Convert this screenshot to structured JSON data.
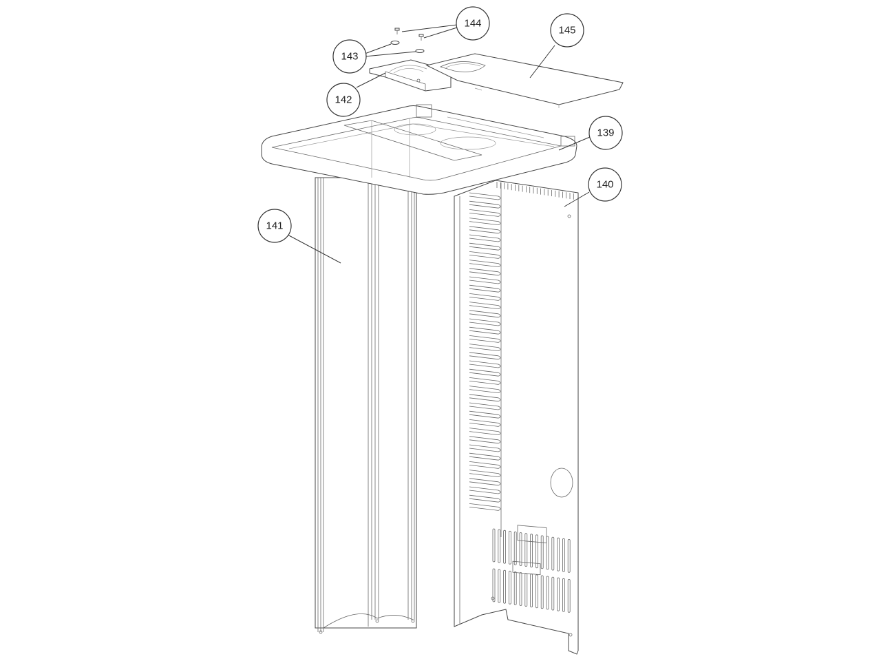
{
  "callouts": [
    {
      "id": "144",
      "label": "144"
    },
    {
      "id": "145",
      "label": "145"
    },
    {
      "id": "143",
      "label": "143"
    },
    {
      "id": "142",
      "label": "142"
    },
    {
      "id": "139",
      "label": "139"
    },
    {
      "id": "140",
      "label": "140"
    },
    {
      "id": "141",
      "label": "141"
    }
  ]
}
